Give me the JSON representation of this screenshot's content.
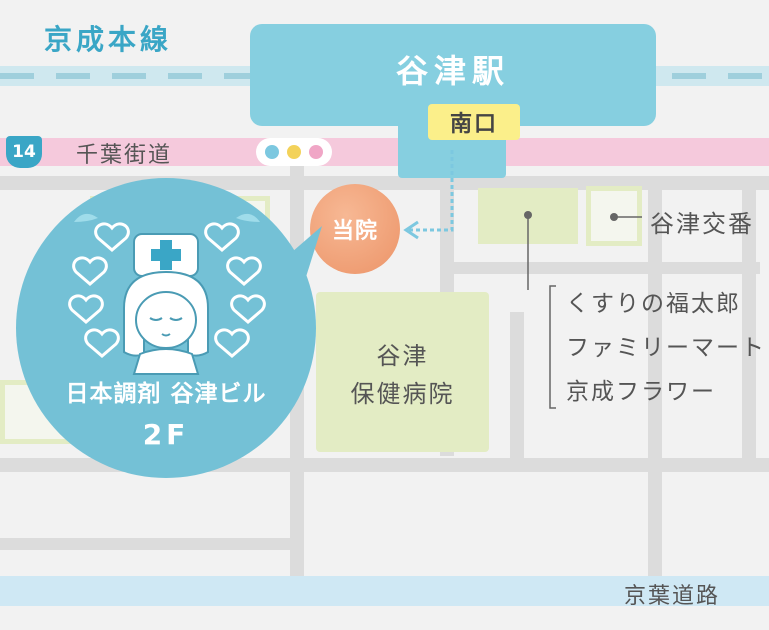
{
  "railway": {
    "name": "京成本線"
  },
  "station": {
    "name": "谷津駅",
    "exit": "南口"
  },
  "route14": {
    "number": "14",
    "name": "千葉街道"
  },
  "clinic": {
    "marker": "当院"
  },
  "hospital": {
    "name_line1": "谷津",
    "name_line2": "保健病院"
  },
  "police": {
    "name": "谷津交番"
  },
  "shops": {
    "items": [
      "くすりの福太郎",
      "ファミリーマート",
      "京成フラワー"
    ]
  },
  "pharmacy": {
    "name": "日本調剤 谷津ビル",
    "floor": "2F"
  },
  "bottom_road": {
    "name": "京葉道路"
  },
  "colors": {
    "rail": "#cfe8ef",
    "rail_dash": "#9fcfdc",
    "station": "#86cfe0",
    "exit_badge": "#fbef8a",
    "route": "#f5c9dc",
    "route_badge": "#3aa6c6",
    "clinic_marker": "#f0a07a",
    "callout": "#74c1d6",
    "bottom_road": "#cfe8f4",
    "green_block": "#e3ecc4",
    "road": "#dcdcdc"
  },
  "icons": [
    "traffic-light-icon",
    "nurse-mascot-icon",
    "heart-wreath-icon"
  ]
}
